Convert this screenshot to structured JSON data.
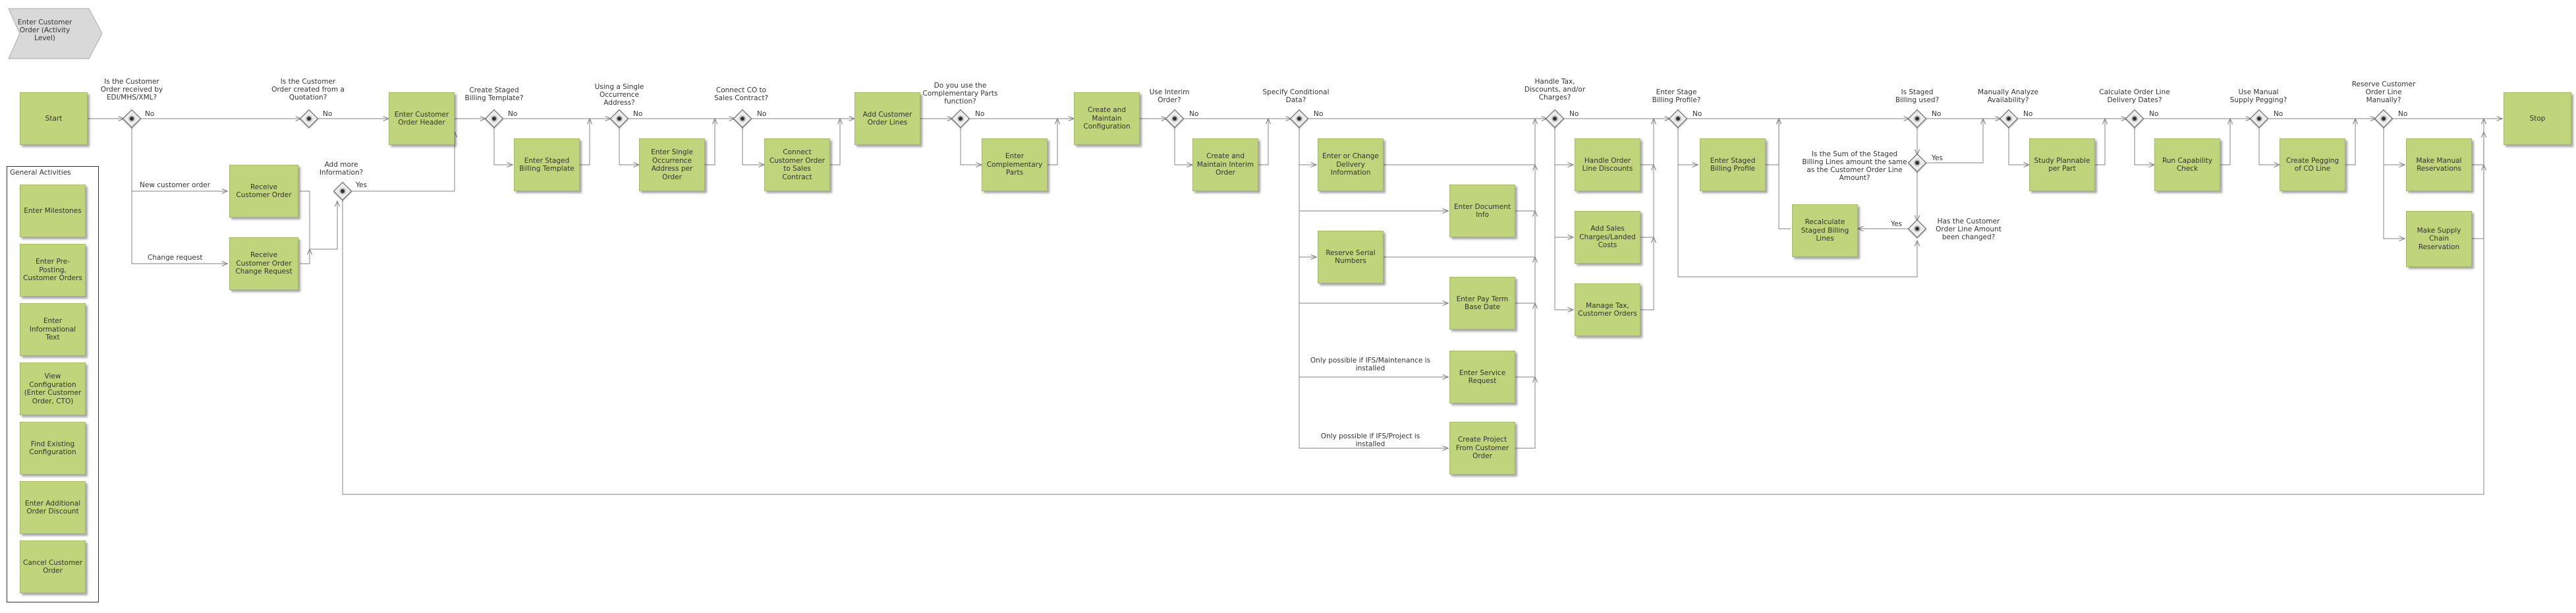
{
  "header": {
    "title": "Enter Customer Order (Activity Level)"
  },
  "colors": {
    "task_fill": "#bfd47b",
    "task_border": "#a4b866",
    "gateway_fill": "#ececec",
    "line": "#888888"
  },
  "general_activities": {
    "title": "General Activities",
    "items": [
      "Enter Milestones",
      "Enter Pre-Posting, Customer Orders",
      "Enter Informational Text",
      "View Configuration (Enter Customer Order, CTO)",
      "Find Existing Configuration",
      "Enter Additional Order Discount",
      "Cancel Customer Order"
    ]
  },
  "tasks": {
    "start": "Start",
    "stop": "Stop",
    "receive_customer_order": "Receive Customer Order",
    "receive_change_request": "Receive Customer Order Change Request",
    "enter_customer_order_header": "Enter Customer Order Header",
    "enter_staged_billing_template": "Enter Staged Billing Template",
    "enter_single_occurrence_address": "Enter Single Occurrence Address per Order",
    "connect_co_to_sales_contract": "Connect Customer Order to Sales Contract",
    "add_customer_order_lines": "Add Customer Order Lines",
    "enter_complementary_parts": "Enter Complementary Parts",
    "create_maintain_configuration": "Create and Maintain Configuration",
    "create_maintain_interim_order": "Create and Maintain Interim Order",
    "enter_change_delivery_info": "Enter or Change Delivery Information",
    "enter_document_info": "Enter Document Info",
    "reserve_serial_numbers": "Reserve Serial Numbers",
    "enter_pay_term_base_date": "Enter Pay Term Base Date",
    "enter_service_request": "Enter Service Request",
    "create_project_from_co": "Create Project From Customer Order",
    "handle_order_line_discounts": "Handle Order Line Discounts",
    "add_sales_charges": "Add Sales Charges/Landed Costs",
    "manage_tax": "Manage Tax, Customer Orders",
    "enter_staged_billing_profile": "Enter Staged Billing Profile",
    "recalculate_staged_billing_lines": "Recalculate Staged Billing Lines",
    "study_plannable_per_part": "Study Plannable per Part",
    "run_capability_check": "Run Capability Check",
    "create_pegging_of_co_line": "Create Pegging of CO Line",
    "make_manual_reservations": "Make Manual Reservations",
    "make_supply_chain_reservation": "Make Supply Chain Reservation"
  },
  "gateways": {
    "g1": "Is the Customer Order received by EDI/MHS/XML?",
    "g2": "Is the Customer Order created from a Quotation?",
    "g_more": "Add more Information?",
    "g3": "Create Staged Billing Template?",
    "g4": "Using a Single Occurrence Address?",
    "g5": "Connect CO to Sales Contract?",
    "g6": "Do you use the Complementary Parts function?",
    "g7": "Use Interim Order?",
    "g8": "Specify Conditional Data?",
    "g9": "Handle Tax, Discounts, and/or Charges?",
    "g10": "Enter Stage Billing Profile?",
    "g11": "Is Staged Billing used?",
    "g_sum": "Is the Sum of the Staged Billing Lines amount the same as the Customer Order Line Amount?",
    "g_changed": "Has the Customer Order Line Amount been changed?",
    "g12": "Manually Analyze Availability?",
    "g13": "Calculate Order Line Delivery Dates?",
    "g14": "Use Manual Supply Pegging?",
    "g15": "Reserve Customer Order Line Manually?"
  },
  "edge_labels": {
    "no": "No",
    "yes": "Yes",
    "new_customer_order": "New customer order",
    "change_request": "Change request",
    "only_ifs_maintenance": "Only possible if IFS/Maintenance is installed",
    "only_ifs_project": "Only possible if IFS/Project is installed"
  }
}
